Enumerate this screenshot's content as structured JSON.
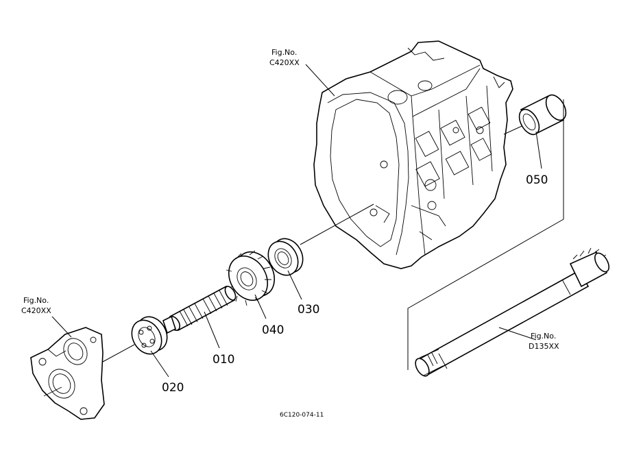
{
  "figure_refs": {
    "housing_ref": {
      "line1": "Fig.No.",
      "line2": "C420XX"
    },
    "cover_ref": {
      "line1": "Fig.No.",
      "line2": "C420XX"
    },
    "shaft_ref": {
      "line1": "Fig.No.",
      "line2": "D135XX"
    }
  },
  "parts": {
    "p010": "010",
    "p020": "020",
    "p030": "030",
    "p040": "040",
    "p050": "050"
  },
  "drawing_code": "6C120-074-11"
}
